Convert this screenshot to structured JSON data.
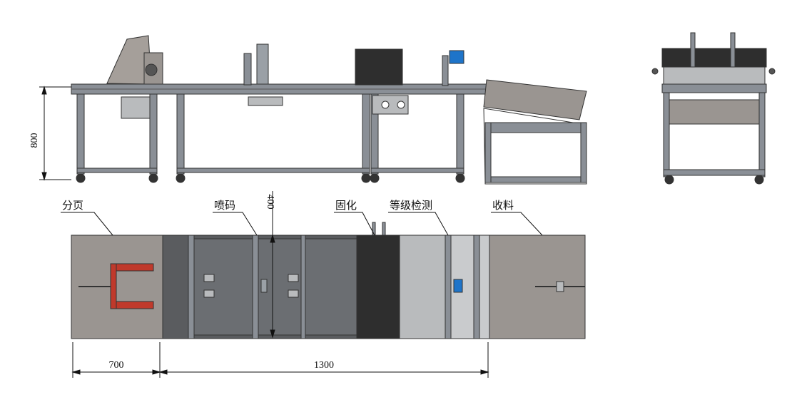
{
  "drawing": {
    "dimensions": {
      "height_label": "800",
      "width_label": "400",
      "left_length_label": "700",
      "main_length_label": "1300"
    },
    "stations": [
      {
        "key": "feeder",
        "label": "分页"
      },
      {
        "key": "inkjet",
        "label": "喷码"
      },
      {
        "key": "curing",
        "label": "固化"
      },
      {
        "key": "grading",
        "label": "等级检测"
      },
      {
        "key": "collect",
        "label": "收料"
      }
    ],
    "colors": {
      "frame": "#8a8f96",
      "panel": "#9a9591",
      "belt": "#5a5c5f",
      "curing_box": "#2e2e2e",
      "feeder_arm": "#c0392b",
      "sensor_blue": "#1e74c9",
      "inspection_panel": "#b9bbbd"
    }
  }
}
